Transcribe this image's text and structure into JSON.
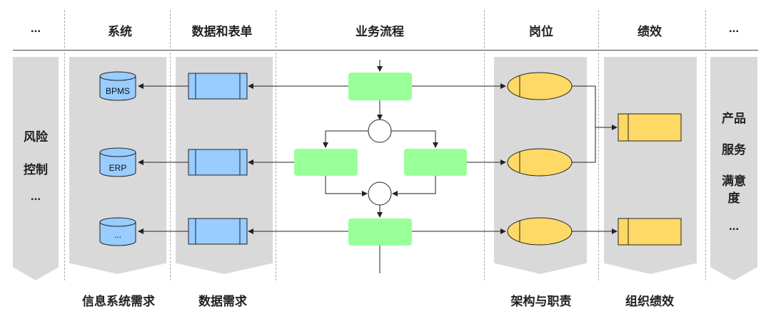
{
  "headers": {
    "left_ellipsis": "...",
    "system": "系统",
    "data_forms": "数据和表单",
    "business_process": "业务流程",
    "position": "岗位",
    "performance": "绩效",
    "right_ellipsis": "..."
  },
  "footers": {
    "info_system_requirements": "信息系统需求",
    "data_requirements": "数据需求",
    "structure_duties": "架构与职责",
    "org_performance": "组织绩效"
  },
  "left_column": {
    "risk": "风险",
    "control": "控制",
    "ellipsis": "..."
  },
  "right_column": {
    "product": "产品",
    "service": "服务",
    "satisfaction_1": "满意",
    "satisfaction_2": "度",
    "ellipsis": "..."
  },
  "databases": [
    "BPMS",
    "ERP",
    "..."
  ],
  "colors": {
    "panel": "#d9d9d9",
    "process_box": "#99ff99",
    "data_form": "#99ccff",
    "position_ellipse": "#ffd966",
    "performance_box": "#ffd966"
  }
}
